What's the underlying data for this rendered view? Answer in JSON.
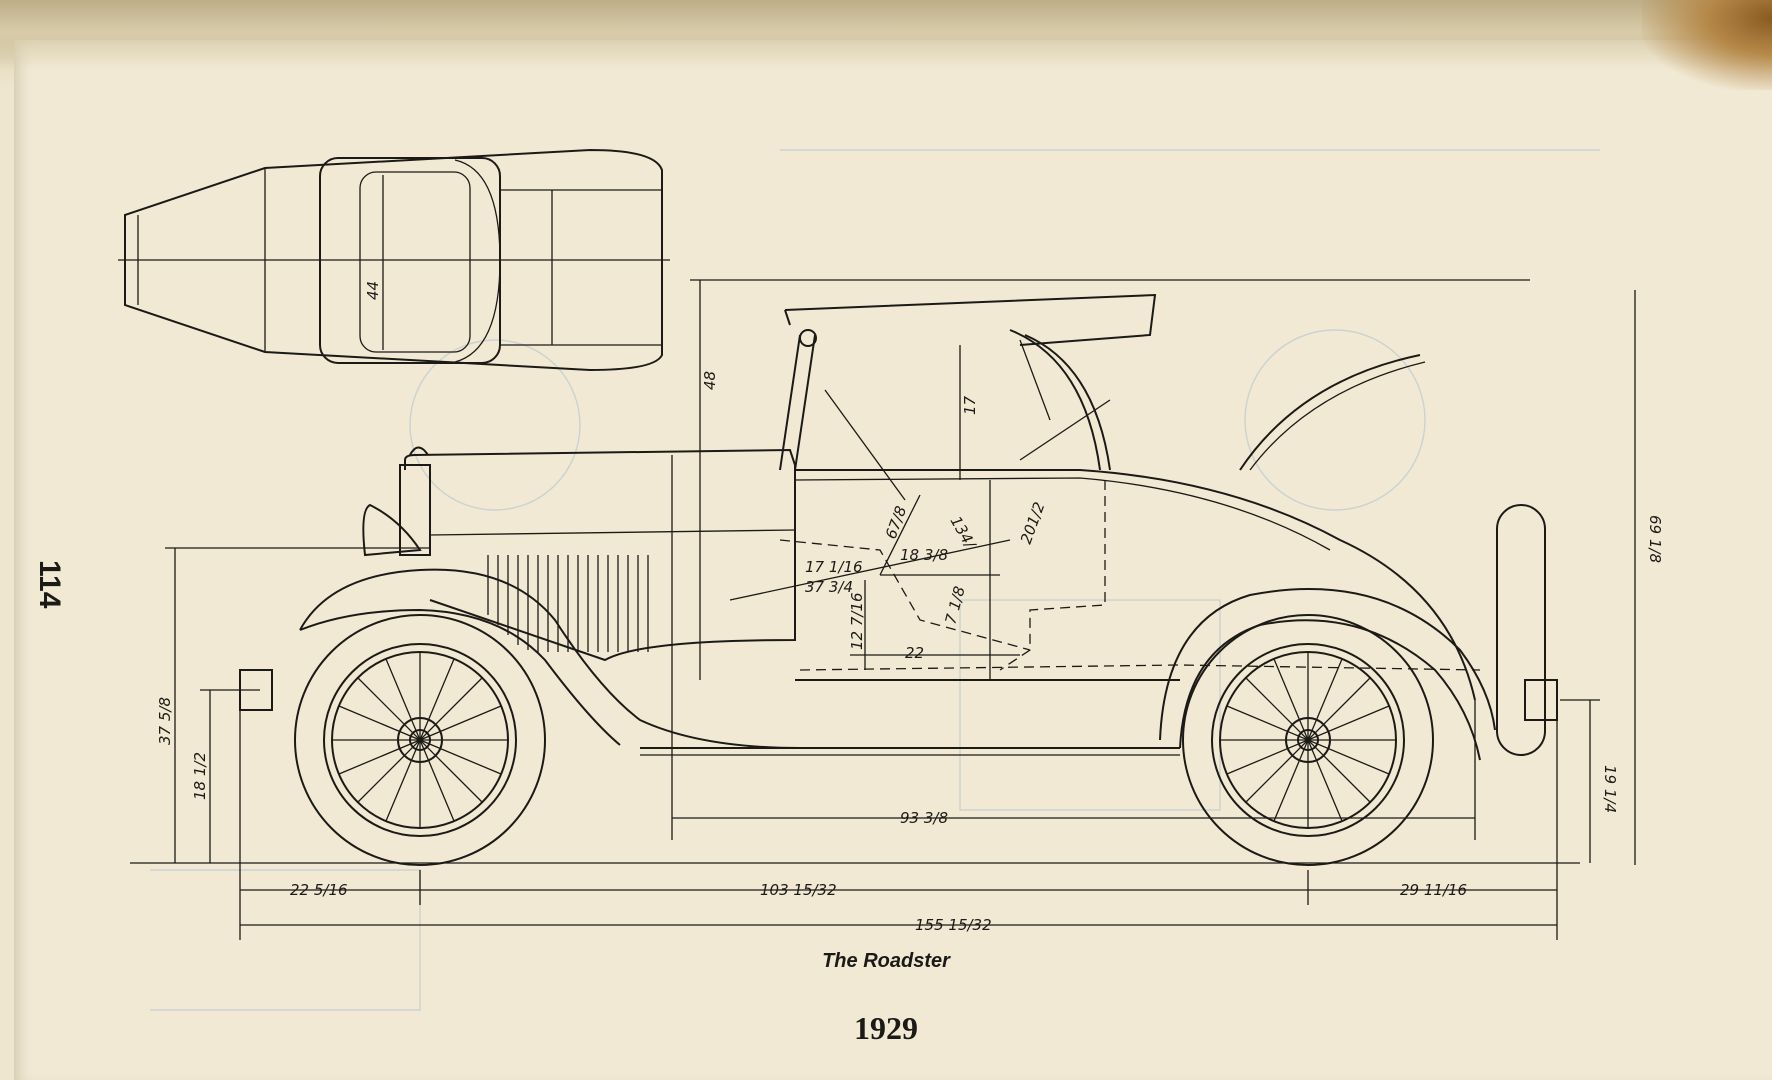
{
  "page": {
    "number": "114",
    "caption": "The Roadster",
    "year": "1929"
  },
  "dimensions": {
    "top_width": "44",
    "windshield_height": "48",
    "top_height": "17",
    "seat_a": "67/8",
    "seat_b": "134/",
    "seat_c": "201/2",
    "seat_d": "17 1/16",
    "seat_e": "18 3/8",
    "seat_f": "37 3/4",
    "seat_g": "12 7/16",
    "seat_h": "7 1/8",
    "seat_floor": "22",
    "front_height": "37 5/8",
    "front_ground": "18 1/2",
    "body_length": "93 3/8",
    "rear_height": "19 1/4",
    "overall_height": "69 1/8",
    "front_overhang": "22 5/16",
    "wheelbase": "103 15/32",
    "rear_overhang": "29 11/16",
    "overall_length": "155 15/32"
  },
  "colors": {
    "paper": "#f1e9d4",
    "ink": "#1c1a16",
    "stain": "#8a5a22"
  }
}
